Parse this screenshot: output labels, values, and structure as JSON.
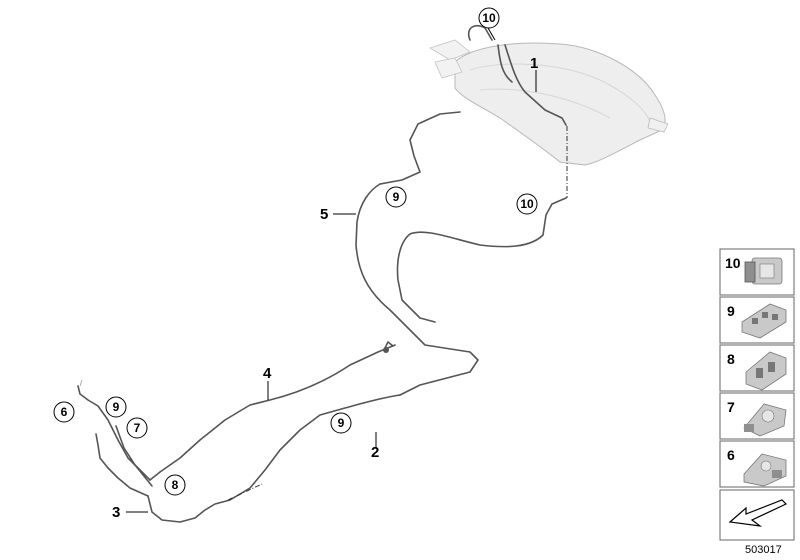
{
  "callouts": {
    "part_1": "1",
    "part_2": "2",
    "part_3": "3",
    "part_4": "4",
    "part_5": "5"
  },
  "circled": {
    "c10_top": "10",
    "c10_mid": "10",
    "c9_upper": "9",
    "c9_lower": "9",
    "c9_left": "9",
    "c8": "8",
    "c7": "7",
    "c6": "6"
  },
  "legend": {
    "items": [
      {
        "label": "10",
        "icon": "clip-10-icon"
      },
      {
        "label": "9",
        "icon": "clip-9-icon"
      },
      {
        "label": "8",
        "icon": "clip-8-icon"
      },
      {
        "label": "7",
        "icon": "clip-7-icon"
      },
      {
        "label": "6",
        "icon": "clip-6-icon"
      }
    ],
    "arrow_icon": "view-arrow-icon"
  },
  "diagram_id": "503017"
}
